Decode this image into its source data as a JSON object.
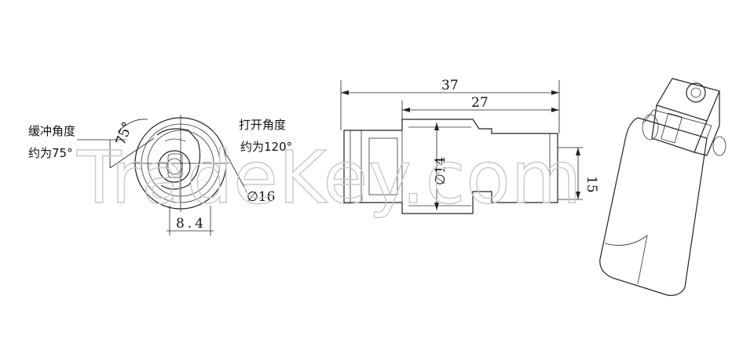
{
  "annotations": {
    "buffer_angle_line1": "缓冲角度",
    "buffer_angle_line2": "约为75°",
    "open_angle_line1": "打开角度",
    "open_angle_line2": "约为120°"
  },
  "dimensions": {
    "angle_75": "75°",
    "width_8_4": "8.4",
    "diameter_16": "∅16",
    "length_37": "37",
    "length_27": "27",
    "diameter_14": "∅14",
    "height_15": "15"
  },
  "watermark": {
    "text": "TradeKey.com"
  }
}
